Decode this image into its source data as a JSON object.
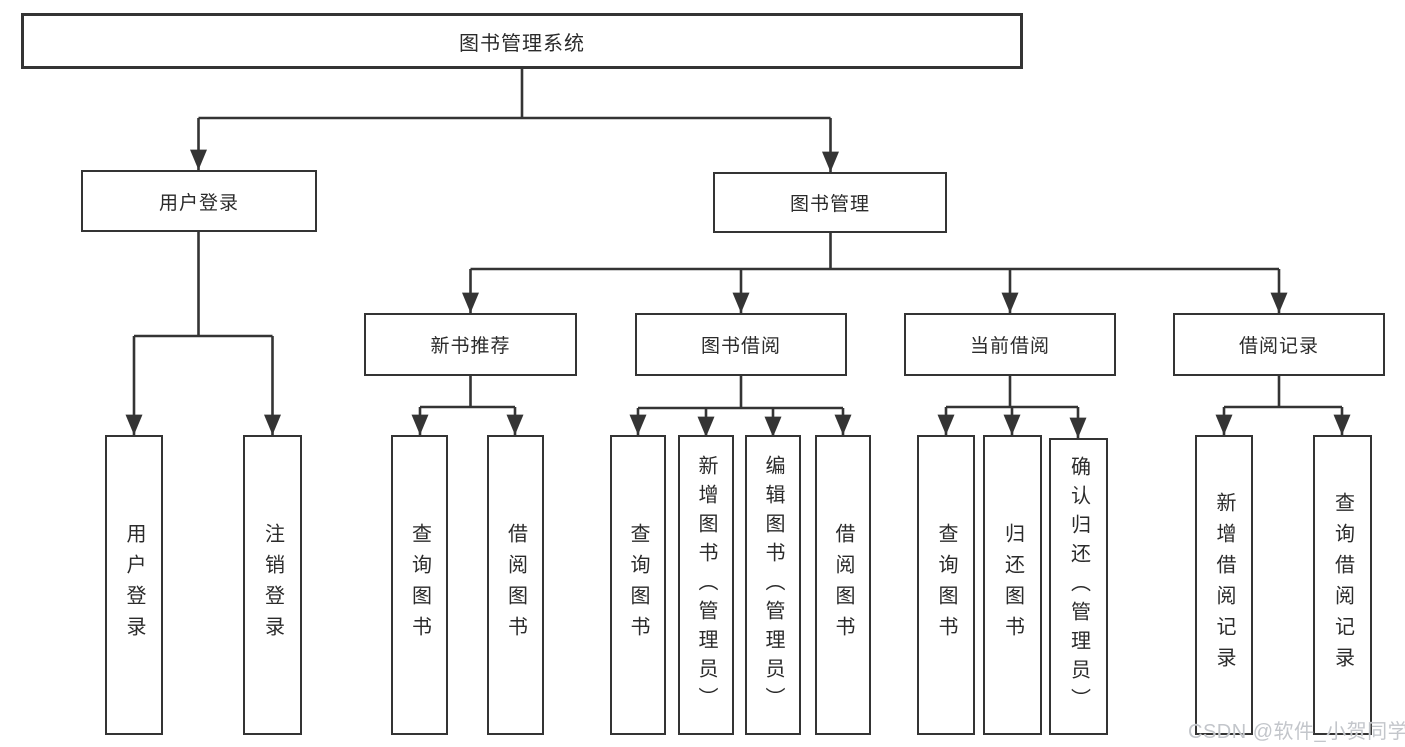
{
  "diagram": {
    "nodes": {
      "root": "图书管理系统",
      "user_login": "用户登录",
      "book_management": "图书管理",
      "new_book_recommend": "新书推荐",
      "book_borrow": "图书借阅",
      "current_borrow": "当前借阅",
      "borrow_records": "借阅记录"
    },
    "leaves": {
      "user_login": [
        "用户登录",
        "注销登录"
      ],
      "new_book_recommend": [
        "查询图书",
        "借阅图书"
      ],
      "book_borrow": [
        "查询图书",
        "新增图书（管理员）",
        "编辑图书（管理员）",
        "借阅图书"
      ],
      "current_borrow": [
        "查询图书",
        "归还图书",
        "确认归还（管理员）"
      ],
      "borrow_records": [
        "新增借阅记录",
        "查询借阅记录"
      ]
    }
  },
  "watermark": "CSDN @软件_小贺同学",
  "colors": {
    "line": "#343434",
    "text": "#2b2b2b",
    "box_background": "#ffffff",
    "page_background": "#ffffff",
    "watermark": "#c3c6cb"
  }
}
